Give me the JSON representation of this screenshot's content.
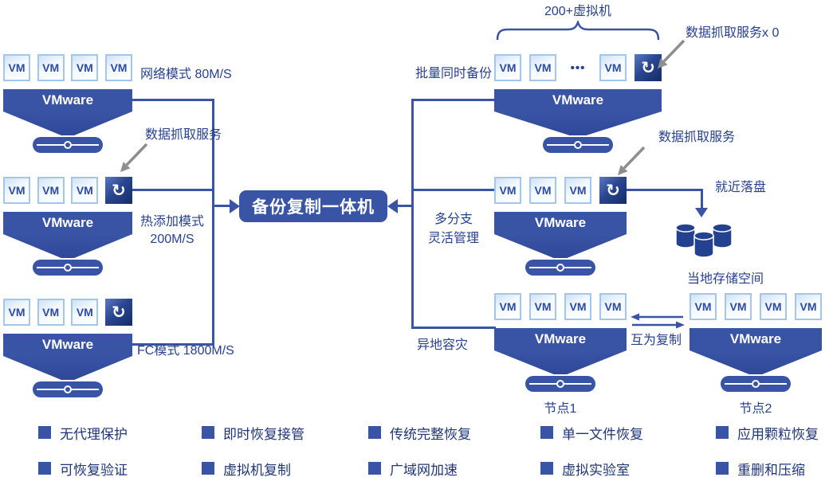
{
  "colors": {
    "primary": "#3a54a5",
    "navy_text": "#27418f",
    "legend_text": "#203575",
    "arrow_gray": "#8e8e8e"
  },
  "icons": {
    "sync": "↻",
    "ellipsis": "•••"
  },
  "strings": {
    "vm": "VM",
    "vmware": "VMware"
  },
  "center_node": {
    "label": "备份复制一体机"
  },
  "left_section": {
    "cluster_top_label": "网络模式 80M/S",
    "cluster_mid_label_line1": "热添加模式",
    "cluster_mid_label_line2": "200M/S",
    "cluster_bottom_label": "FC模式 1800M/S",
    "data_capture_label": "数据抓取服务"
  },
  "right_section": {
    "vm_count_label": "200+虚拟机",
    "batch_backup_label": "批量同时备份",
    "capture_service_top_label": "数据抓取服务x 0",
    "capture_service_mid_label": "数据抓取服务",
    "multi_branch_line1": "多分支",
    "multi_branch_line2": "灵活管理",
    "remote_dr_label": "异地容灾",
    "nearby_disk_label": "就近落盘",
    "local_storage_label": "当地存储空间",
    "mutual_replication_label": "互为复制",
    "node1_label": "节点1",
    "node2_label": "节点2"
  },
  "legend": {
    "row1": [
      "无代理保护",
      "即时恢复接管",
      "传统完整恢复",
      "单一文件恢复",
      "应用颗粒恢复"
    ],
    "row2": [
      "可恢复验证",
      "虚拟机复制",
      "广域网加速",
      "虚拟实验室",
      "重删和压缩"
    ]
  }
}
